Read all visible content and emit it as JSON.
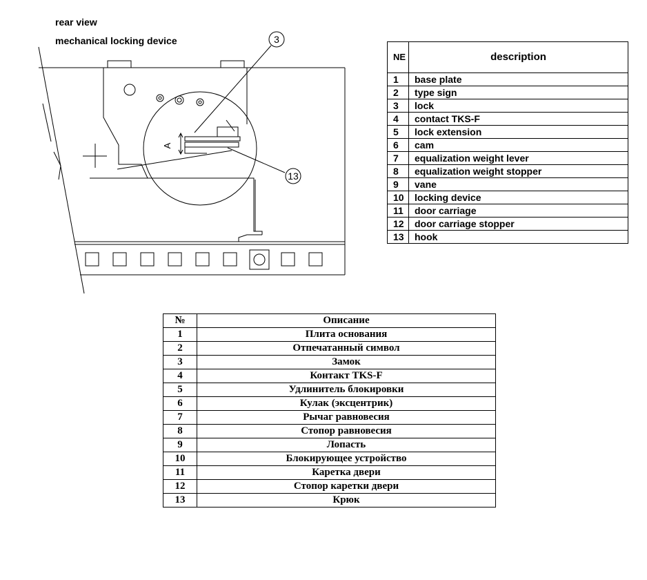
{
  "captions": {
    "view": "rear view",
    "subject": "mechanical locking device"
  },
  "callouts": {
    "lock": "3",
    "hook": "13",
    "dimension": "A"
  },
  "legend_en": {
    "headers": {
      "num": "NE",
      "desc": "description"
    },
    "rows": [
      {
        "num": "1",
        "desc": "base plate"
      },
      {
        "num": "2",
        "desc": "type sign"
      },
      {
        "num": "3",
        "desc": "lock"
      },
      {
        "num": "4",
        "desc": "contact TKS-F"
      },
      {
        "num": "5",
        "desc": "lock extension"
      },
      {
        "num": "6",
        "desc": "cam"
      },
      {
        "num": "7",
        "desc": "equalization weight lever"
      },
      {
        "num": "8",
        "desc": "equalization weight stopper"
      },
      {
        "num": "9",
        "desc": "vane"
      },
      {
        "num": "10",
        "desc": "locking device"
      },
      {
        "num": "11",
        "desc": "door carriage"
      },
      {
        "num": "12",
        "desc": "door carriage stopper"
      },
      {
        "num": "13",
        "desc": "hook"
      }
    ]
  },
  "legend_ru": {
    "headers": {
      "num": "№",
      "desc": "Описание"
    },
    "rows": [
      {
        "num": "1",
        "desc": "Плита основания"
      },
      {
        "num": "2",
        "desc": "Отпечатанный символ"
      },
      {
        "num": "3",
        "desc": "Замок"
      },
      {
        "num": "4",
        "desc": "Контакт TKS-F"
      },
      {
        "num": "5",
        "desc": "Удлинитель блокировки"
      },
      {
        "num": "6",
        "desc": "Кулак (эксцентрик)"
      },
      {
        "num": "7",
        "desc": "Рычаг равновесия"
      },
      {
        "num": "8",
        "desc": "Стопор равновесия"
      },
      {
        "num": "9",
        "desc": "Лопасть"
      },
      {
        "num": "10",
        "desc": "Блокирующее устройство"
      },
      {
        "num": "11",
        "desc": "Каретка двери"
      },
      {
        "num": "12",
        "desc": "Стопор каретки двери"
      },
      {
        "num": "13",
        "desc": "Крюк"
      }
    ]
  },
  "colors": {
    "ink": "#000000",
    "background": "#ffffff"
  }
}
